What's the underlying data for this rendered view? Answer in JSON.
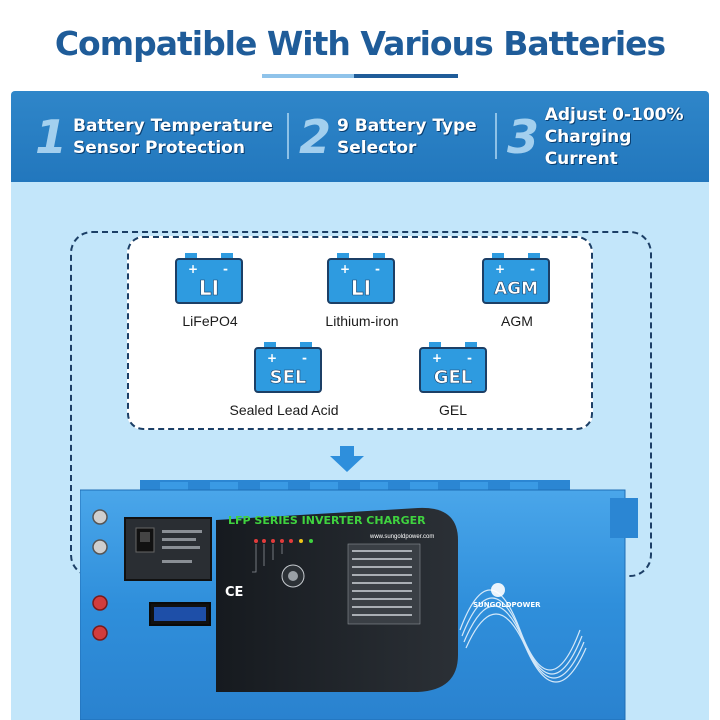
{
  "title": "Compatible With Various Batteries",
  "features": [
    {
      "num": "1",
      "text": "Battery Temperature\nSensor Protection"
    },
    {
      "num": "2",
      "text": "9 Battery Type\nSelector"
    },
    {
      "num": "3",
      "text": "Adjust 0-100%\nCharging Current"
    }
  ],
  "batteries": [
    {
      "badge": "LI",
      "label": "LiFePO4"
    },
    {
      "badge": "LI",
      "label": "Lithium-iron"
    },
    {
      "badge": "AGM",
      "label": "AGM"
    },
    {
      "badge": "SEL",
      "label": "Sealed Lead Acid"
    },
    {
      "badge": "GEL",
      "label": "GEL"
    }
  ],
  "device": {
    "panel_title": "LFP SERIES INVERTER CHARGER",
    "website": "www.sungoldpower.com",
    "brand": "SUNGOLDPOWER",
    "ce_mark": "CE"
  },
  "colors": {
    "title": "#1f5c99",
    "banner": "#2277bd",
    "panel_bg": "#c3e6fa",
    "battery_blue": "#2e9be0",
    "device_blue": "#2f8fdb",
    "panel_green": "#3fd23f"
  }
}
